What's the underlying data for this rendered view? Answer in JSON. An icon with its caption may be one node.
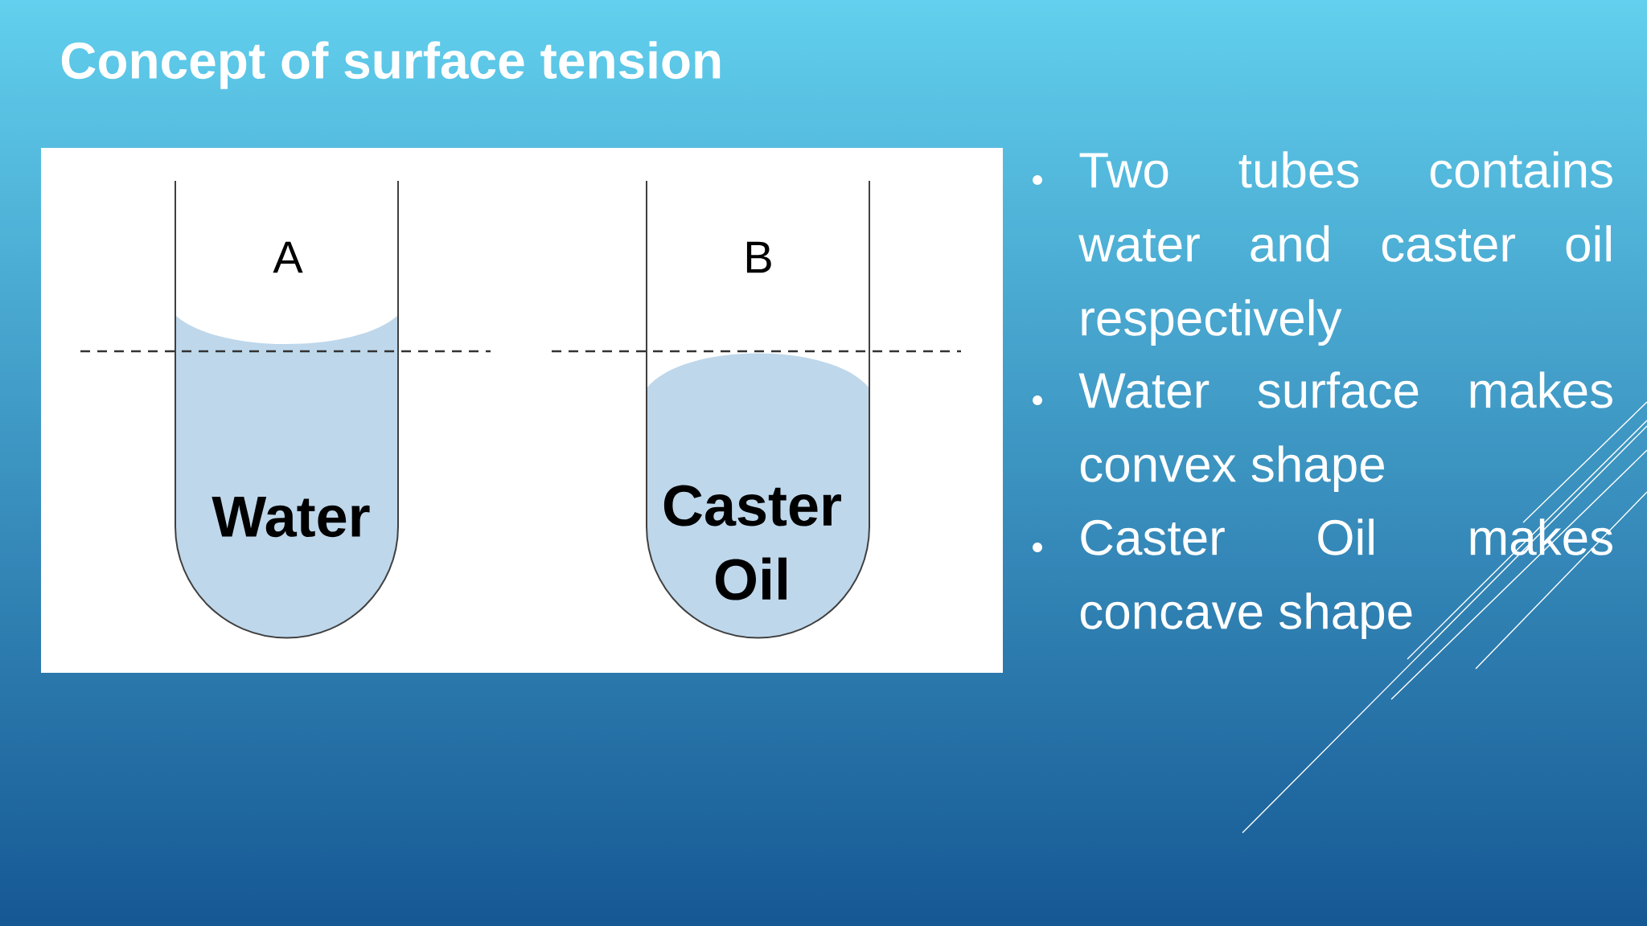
{
  "diagram": {
    "title": "Concept of surface tension",
    "labels": [
      "A",
      "B",
      "Water",
      "Caster Oil",
      "Two tubes contains water and caster oil respectively",
      "Water surface makes convex shape",
      "Caster Oil makes concave shape"
    ]
  }
}
